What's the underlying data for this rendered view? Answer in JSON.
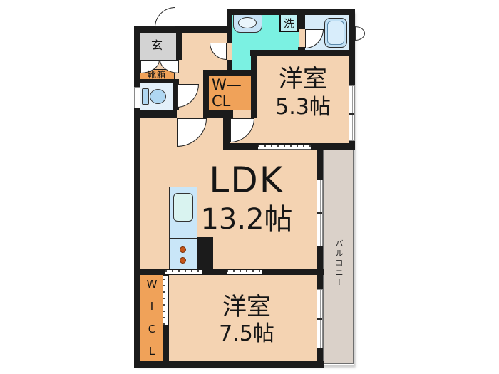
{
  "plan": {
    "rooms": {
      "genkan": {
        "label": "玄"
      },
      "shoebox": {
        "label": "靴箱"
      },
      "laundry": {
        "label": "洗"
      },
      "wcl": {
        "line1": "W—",
        "line2": "CL"
      },
      "bedroom1": {
        "name": "洋室",
        "size": "5.3帖"
      },
      "ldk": {
        "name": "LDK",
        "size": "13.2帖"
      },
      "bedroom2": {
        "name": "洋室",
        "size": "7.5帖"
      },
      "wicl": {
        "letters": [
          "W",
          "I",
          "C",
          "L"
        ]
      },
      "balcony": {
        "label": "バルコニー"
      }
    },
    "colors": {
      "wall": "#1b1b1b",
      "floor": "#F4D3B2",
      "balcony_floor": "#DAD1C9",
      "genkan_floor": "#D3D3D3",
      "closet_orange": "#F0A259",
      "washroom_cyan": "#7BF1E2",
      "bathroom_blue": "#D7EBF8",
      "toilet_blue": "#E3F0FA",
      "fixture_blue": "#BFDFF4",
      "kitchen_blue": "#C9E6F8",
      "burner_orange": "#C4561A"
    }
  }
}
